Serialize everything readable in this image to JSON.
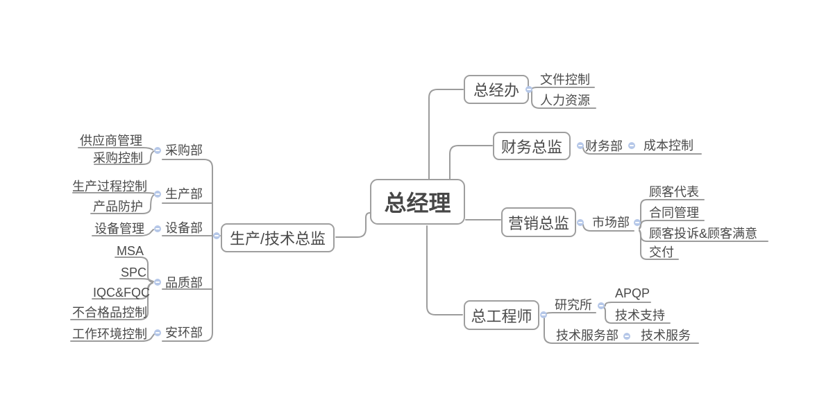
{
  "colors": {
    "background": "#FFFFFF",
    "line": "#9C9C9C",
    "text": "#4A4A4A",
    "box_border": "#9E9E9E",
    "collapse_fill": "#B5C7E8"
  },
  "icons": {
    "collapse": "minus-circle"
  },
  "root": {
    "label": "总经理"
  },
  "right_branches": [
    {
      "label": "总经办",
      "children": [
        {
          "label": "文件控制"
        },
        {
          "label": "人力资源"
        }
      ]
    },
    {
      "label": "财务总监",
      "children": [
        {
          "label": "财务部",
          "children": [
            {
              "label": "成本控制"
            }
          ]
        }
      ]
    },
    {
      "label": "营销总监",
      "children": [
        {
          "label": "市场部",
          "children": [
            {
              "label": "顾客代表"
            },
            {
              "label": "合同管理"
            },
            {
              "label": "顾客投诉&顾客满意"
            },
            {
              "label": "交付"
            }
          ]
        }
      ]
    },
    {
      "label": "总工程师",
      "children": [
        {
          "label": "研究所",
          "children": [
            {
              "label": "APQP"
            },
            {
              "label": "技术支持"
            }
          ]
        },
        {
          "label": "技术服务部",
          "children": [
            {
              "label": "技术服务"
            }
          ]
        }
      ]
    }
  ],
  "left_branches": [
    {
      "label": "生产/技术总监",
      "children": [
        {
          "label": "采购部",
          "children": [
            {
              "label": "供应商管理"
            },
            {
              "label": "采购控制"
            }
          ]
        },
        {
          "label": "生产部",
          "children": [
            {
              "label": "生产过程控制"
            },
            {
              "label": "产品防护"
            }
          ]
        },
        {
          "label": "设备部",
          "children": [
            {
              "label": "设备管理"
            }
          ]
        },
        {
          "label": "品质部",
          "children": [
            {
              "label": "MSA"
            },
            {
              "label": "SPC"
            },
            {
              "label": "IQC&FQC"
            },
            {
              "label": "不合格品控制"
            }
          ]
        },
        {
          "label": "安环部",
          "children": [
            {
              "label": "工作环境控制"
            }
          ]
        }
      ]
    }
  ]
}
